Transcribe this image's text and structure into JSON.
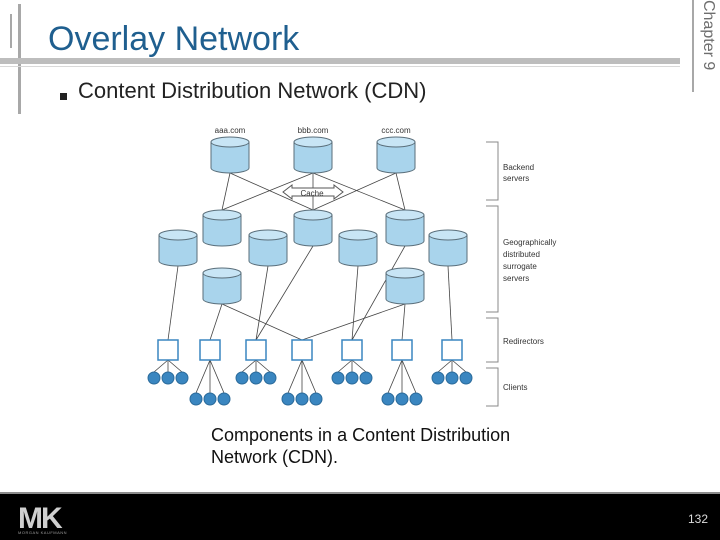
{
  "slide": {
    "title": "Overlay Network",
    "chapter": "Chapter 9",
    "bullet": "Content Distribution Network (CDN)",
    "caption": "Components in a Content Distribution Network (CDN).",
    "page_number": "132",
    "logo": "MK",
    "logo_subtext": "MORGAN KAUFMANN"
  },
  "diagram": {
    "backend_labels": [
      "aaa.com",
      "bbb.com",
      "ccc.com"
    ],
    "cache_label": "Cache",
    "tiers": [
      {
        "lines": [
          "Backend",
          "servers"
        ]
      },
      {
        "lines": [
          "Geographically",
          "distributed",
          "surrogate",
          "servers"
        ]
      },
      {
        "lines": [
          "Redirectors"
        ]
      },
      {
        "lines": [
          "Clients"
        ]
      }
    ]
  },
  "colors": {
    "title": "#1f5f8f",
    "server_fill": "#a9d4ec",
    "server_stroke": "#5a6e7a",
    "redirector_stroke": "#3a86c0",
    "client_fill": "#3a86c0"
  }
}
